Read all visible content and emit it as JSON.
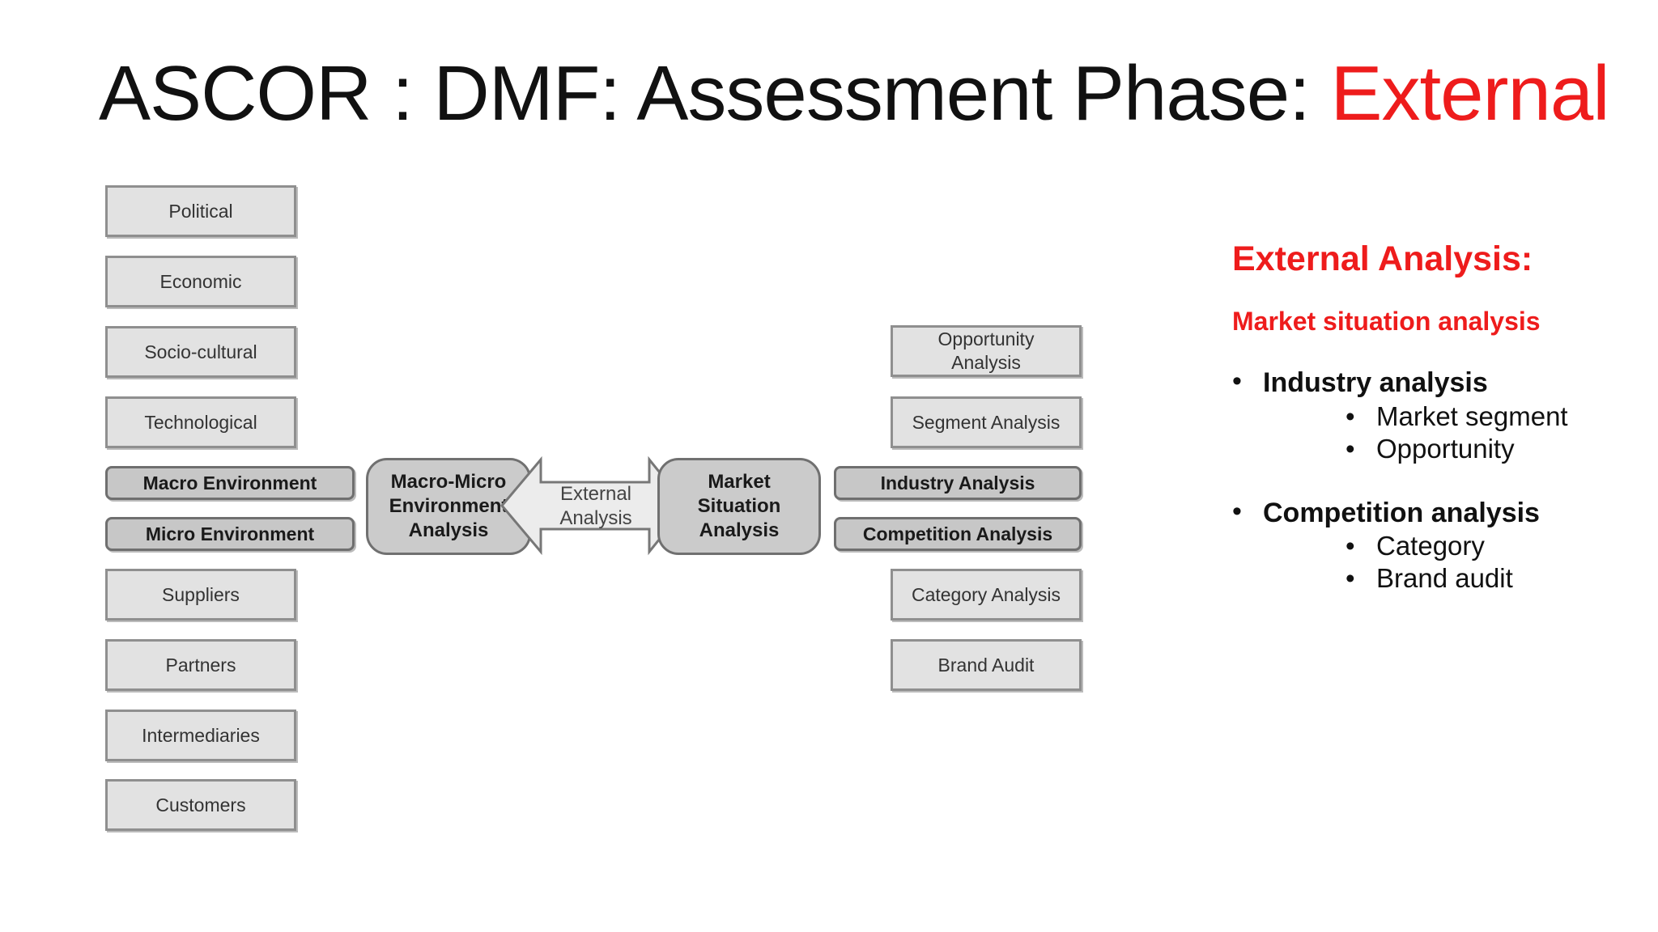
{
  "title": {
    "main": "ASCOR : DMF: Assessment Phase: ",
    "accent": "External"
  },
  "diagram": {
    "macro_factors": [
      "Political",
      "Economic",
      "Socio-cultural",
      "Technological"
    ],
    "macro_environment": "Macro Environment",
    "micro_environment": "Micro Environment",
    "micro_factors": [
      "Suppliers",
      "Partners",
      "Intermediaries",
      "Customers"
    ],
    "left_node": [
      "Macro-Micro",
      "Environment",
      "Analysis"
    ],
    "center_arrow": [
      "External",
      "Analysis"
    ],
    "right_node": [
      "Market",
      "Situation",
      "Analysis"
    ],
    "right_top": [
      [
        "Opportunity",
        "Analysis"
      ],
      [
        "Segment Analysis"
      ]
    ],
    "industry_analysis": "Industry Analysis",
    "competition_analysis": "Competition Analysis",
    "right_bottom": [
      "Category Analysis",
      "Brand Audit"
    ]
  },
  "panel": {
    "heading": "External Analysis:",
    "subheading": "Market situation analysis",
    "bullets": [
      {
        "label": "Industry analysis",
        "items": [
          "Market segment",
          "Opportunity"
        ]
      },
      {
        "label": "Competition analysis",
        "items": [
          "Category",
          "Brand audit"
        ]
      }
    ]
  },
  "colors": {
    "accent": "#ee1c1c",
    "box_fill": "#e2e2e2",
    "node_fill": "#cbcbcb"
  }
}
